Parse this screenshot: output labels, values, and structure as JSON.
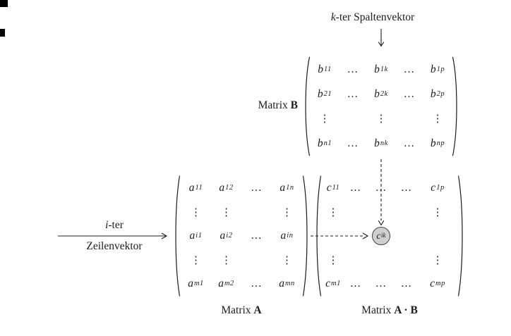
{
  "labels": {
    "spalten_k": "k",
    "spalten_rest": "-ter Spaltenvektor",
    "zeilen_i": "i",
    "zeilen_i_rest": "-ter",
    "zeilen_word": "Zeilenvektor",
    "matrix_b_word": "Matrix ",
    "matrix_b_name": "B",
    "matrix_a_word": "Matrix ",
    "matrix_a_name": "A",
    "matrix_ab_word": "Matrix ",
    "matrix_ab_name": "A · B"
  },
  "matrices": {
    "B": {
      "rows": [
        [
          "b_11",
          "…",
          "b_1k",
          "…",
          "b_1p"
        ],
        [
          "b_21",
          "…",
          "b_2k",
          "…",
          "b_2p"
        ],
        [
          "⋮",
          "",
          "⋮",
          "",
          "⋮"
        ],
        [
          "b_n1",
          "…",
          "b_nk",
          "…",
          "b_np"
        ]
      ]
    },
    "A": {
      "rows": [
        [
          "a_11",
          "a_12",
          "…",
          "a_1n"
        ],
        [
          "⋮",
          "⋮",
          "",
          "⋮"
        ],
        [
          "a_i1",
          "a_i2",
          "…",
          "a_in"
        ],
        [
          "⋮",
          "⋮",
          "",
          "⋮"
        ],
        [
          "a_m1",
          "a_m2",
          "…",
          "a_mn"
        ]
      ]
    },
    "C": {
      "rows": [
        [
          "c_11",
          "…",
          "…",
          "…",
          "c_1p"
        ],
        [
          "⋮",
          "",
          "",
          "",
          "⋮"
        ],
        [
          "",
          "",
          "",
          "",
          ""
        ],
        [
          "⋮",
          "",
          "",
          "",
          "⋮"
        ],
        [
          "c_m1",
          "…",
          "…",
          "…",
          "c_mp"
        ]
      ]
    }
  },
  "highlight": {
    "base": "c",
    "sub": "ik"
  },
  "colors": {
    "ink": "#1c1c1c",
    "circle_fill": "#cfcfcf",
    "circle_border": "#444444"
  }
}
